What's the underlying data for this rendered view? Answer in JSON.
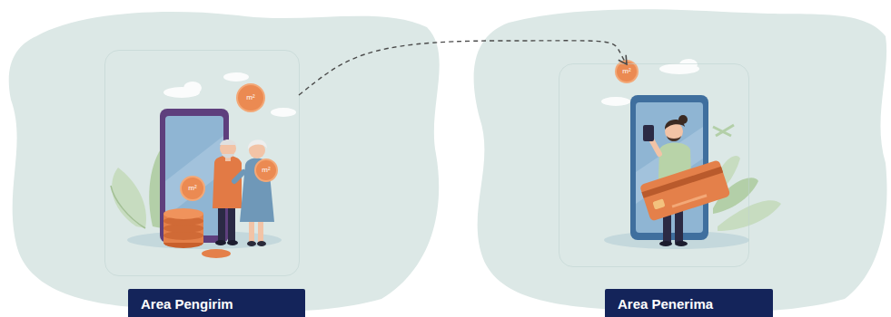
{
  "diagram": {
    "nodes": [
      {
        "text": [
          "Area Pengirim"
        ]
      },
      {
        "text": [
          "Area Penerima"
        ]
      }
    ],
    "edges": [
      {
        "from": 0,
        "to": 1,
        "arrow": "to"
      }
    ],
    "labels": [
      "m²",
      "m²",
      "m²",
      "m²"
    ]
  }
}
